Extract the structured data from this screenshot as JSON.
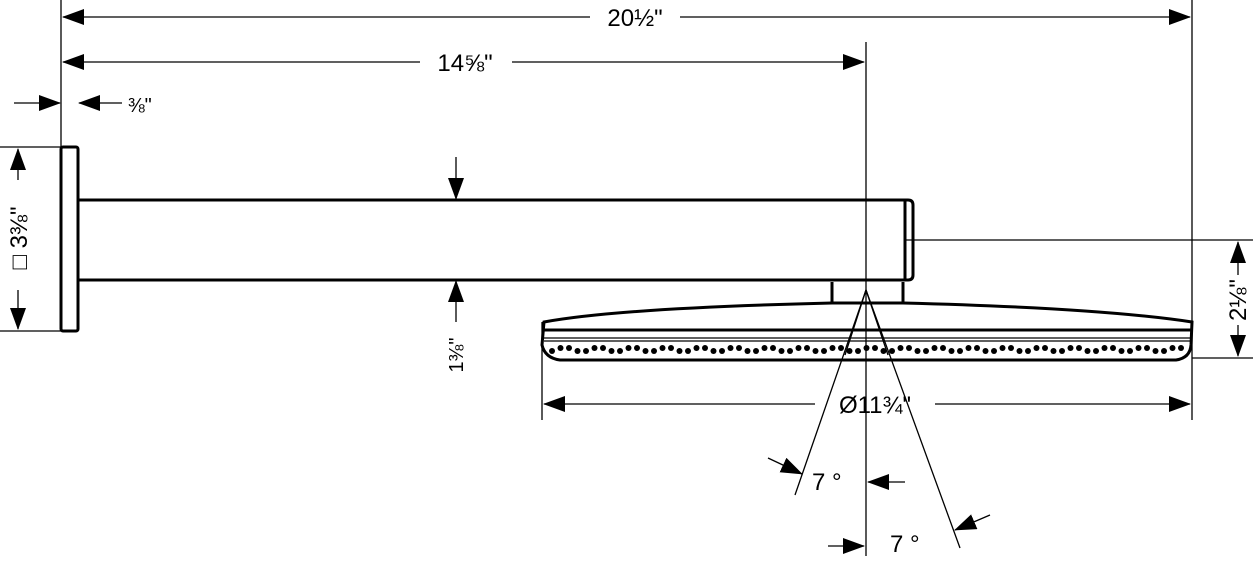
{
  "drawing": {
    "dimensions": {
      "overall_length": "20½\"",
      "arm_projection": "14⅝\"",
      "plate_thickness": "⅜\"",
      "plate_size": "□ 3⅜\"",
      "arm_height": "1⅜\"",
      "head_height": "2⅛\"",
      "head_diameter": "Ø11¾\"",
      "tilt_angle_1": "7 °",
      "tilt_angle_2": "7 °"
    },
    "colors": {
      "line": "#000000",
      "background": "#ffffff"
    }
  }
}
